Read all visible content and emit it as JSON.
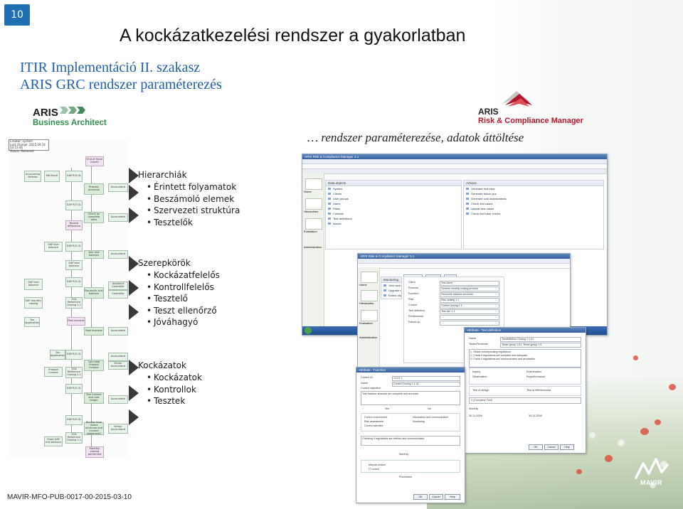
{
  "page_number": "10",
  "page_title": "A kockázatkezelési rendszer a gyakorlatban",
  "subtitle_line_1": "ITIR Implementáció II. szakasz",
  "subtitle_line_2": "ARIS GRC rendszer paraméterezés",
  "logo_ba": {
    "word": "ARIS",
    "sub": "Business Architect"
  },
  "logo_rcm": {
    "word": "ARIS",
    "sub": "Risk & Compliance Manager"
  },
  "caption": "… rendszer paraméterezése, adatok áttöltése",
  "hierarchies": {
    "heading": "Hierarchiák",
    "items": [
      "Érintett folyamatok",
      "Beszámoló elemek",
      "Szervezeti struktúra",
      "Tesztelők"
    ]
  },
  "roles": {
    "heading": "Szerepkörök",
    "items": [
      "Kockázatfelelős",
      "Kontrollfelelős",
      "Tesztelő",
      "Teszt ellenőrző",
      "Jóváhagyó"
    ]
  },
  "risks": {
    "heading": "Kockázatok",
    "items": [
      "Kockázatok",
      "Kontrollok",
      "Tesztek"
    ]
  },
  "screenshot_1": {
    "title": "ARIS Risk & Compliance Manager 3.1",
    "panel_left": "Data objects",
    "panel_right": "Actions",
    "data_objects": [
      "System",
      "Clients",
      "User groups",
      "Users",
      "Risks",
      "Controls",
      "Test definitions",
      "Issues"
    ],
    "actions": [
      "Generate fwd risks",
      "Generate follow ups",
      "Generate cost assessments",
      "Check test cases",
      "Update test cases",
      "Check test case events"
    ],
    "nav": [
      "Home",
      "Hierarchies",
      "Evaluation",
      "Administration"
    ]
  },
  "screenshot_2": {
    "title": "ARIS Risk & Compliance Manager 3.1",
    "tabs": [
      "Test case",
      "Issues",
      "Link"
    ],
    "monitoring": "Monitoring",
    "monitoring_items": [
      "Jobs and manifestations",
      "Upgrade workflows",
      "Edited objects"
    ],
    "fields": [
      {
        "label": "Client",
        "value": "Test client"
      },
      {
        "label": "Process",
        "value": "Generic monthly closing process"
      },
      {
        "label": "Function",
        "value": "Reconcile balance accounts"
      },
      {
        "label": "Risk",
        "value": "Risk closing 1.1"
      },
      {
        "label": "Control",
        "value": "Control closing 1.1"
      },
      {
        "label": "Test definition",
        "value": "Test def. 1.1"
      },
      {
        "label": "Predecessor",
        "value": ""
      },
      {
        "label": "Follow-up",
        "value": ""
      }
    ],
    "nav": [
      "Home",
      "Hierarchies",
      "Evaluation",
      "Administration"
    ]
  },
  "screenshot_3": {
    "title": "Attribute - Test definition",
    "fields": [
      {
        "label": "Name",
        "value": "Testdefinition Closing 1.1-01"
      },
      {
        "label": "Tester/Reviewer",
        "value": "Tester group 1-01, Tester group 1.0"
      }
    ],
    "test_activity": [
      "1. Obtain corresponding regulations",
      "2. Check if regulations are complete and adequate",
      "3. Check if regulations are communicated and accessible"
    ],
    "nature": [
      "Inquiry",
      "Observation",
      "Examination",
      "Reperformance"
    ],
    "test_type": [
      "Test of design",
      "Test of effectiveness"
    ],
    "test_size": "1 (Complete Test)",
    "frequency": "Monthly",
    "start": "30.11.2009",
    "end": "30.11.2009",
    "buttons": [
      "OK",
      "Cancel",
      "Help"
    ]
  },
  "screenshot_4": {
    "title": "Attribute - Function",
    "fields": [
      {
        "label": "Control ID",
        "value": "CLO1.1"
      },
      {
        "label": "Name",
        "value": "Control Closing 1.1-01"
      },
      {
        "label": "Control objective",
        "value": "Trial balance amounts are complete and accurate."
      }
    ],
    "key_control_yes": "Yes",
    "key_control_no": "No",
    "coso": [
      "Control environment",
      "Risk assessment",
      "Control activities",
      "Information and communication",
      "Monitoring"
    ],
    "control_activity": "Checking if regulations are defined and communicated.",
    "frequency": "Monthly",
    "execution": [
      "Manual control",
      "IT control"
    ],
    "effect": "Preventive",
    "buttons": [
      "OK",
      "Cancel",
      "Help"
    ]
  },
  "process_model": {
    "header_lines": [
      "Creator: system",
      "Last change: 2015.09.14 10:53:46",
      "Status: Released"
    ],
    "nodes": [
      "Accounting Policies",
      "SAP R/3 GL",
      "End of fiscal month",
      "Process accounts",
      "Accountant",
      "Check on complete data",
      "SAP R/3 GL",
      "Run trial balance",
      "Accountant",
      "Reconcile trial balance",
      "Controller",
      "Post invoices",
      "Accountant",
      "Calculate Prepaid income",
      "Senior Accountant",
      "Run income and cost ledger",
      "Accountant",
      "Review total (Sales accounts and income statement)",
      "Senior Accountant",
      "Monthly closing performed"
    ]
  },
  "mavir": {
    "word": "MAVIR"
  },
  "footer_code": "MAVIR-MFO-PUB-0017-00-2015-03-10",
  "colors": {
    "accent_blue": "#1f5ea8",
    "page_badge": "#1f6fb2",
    "brand_green": "#2f8f4f",
    "brand_red": "#b3162b"
  }
}
